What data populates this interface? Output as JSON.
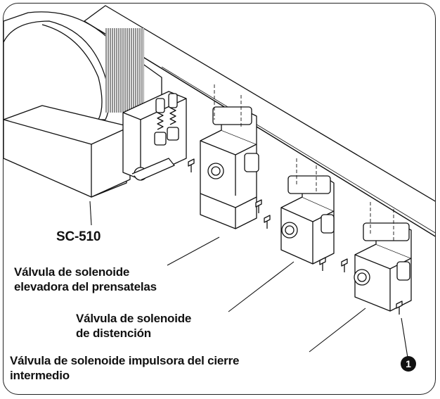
{
  "labels": {
    "model": "SC-510",
    "valve_presser_line1": "Válvula de solenoide",
    "valve_presser_line2": "elevadora del prensatelas",
    "valve_tension_line1": "Válvula de solenoide",
    "valve_tension_line2": "de distención",
    "valve_closure_line1": "Válvula de solenoide impulsora del cierre",
    "valve_closure_line2": "intermedio",
    "marker": "1"
  },
  "colors": {
    "stroke": "#111111",
    "fill": "#ffffff",
    "shade": "#d8d8d8"
  }
}
